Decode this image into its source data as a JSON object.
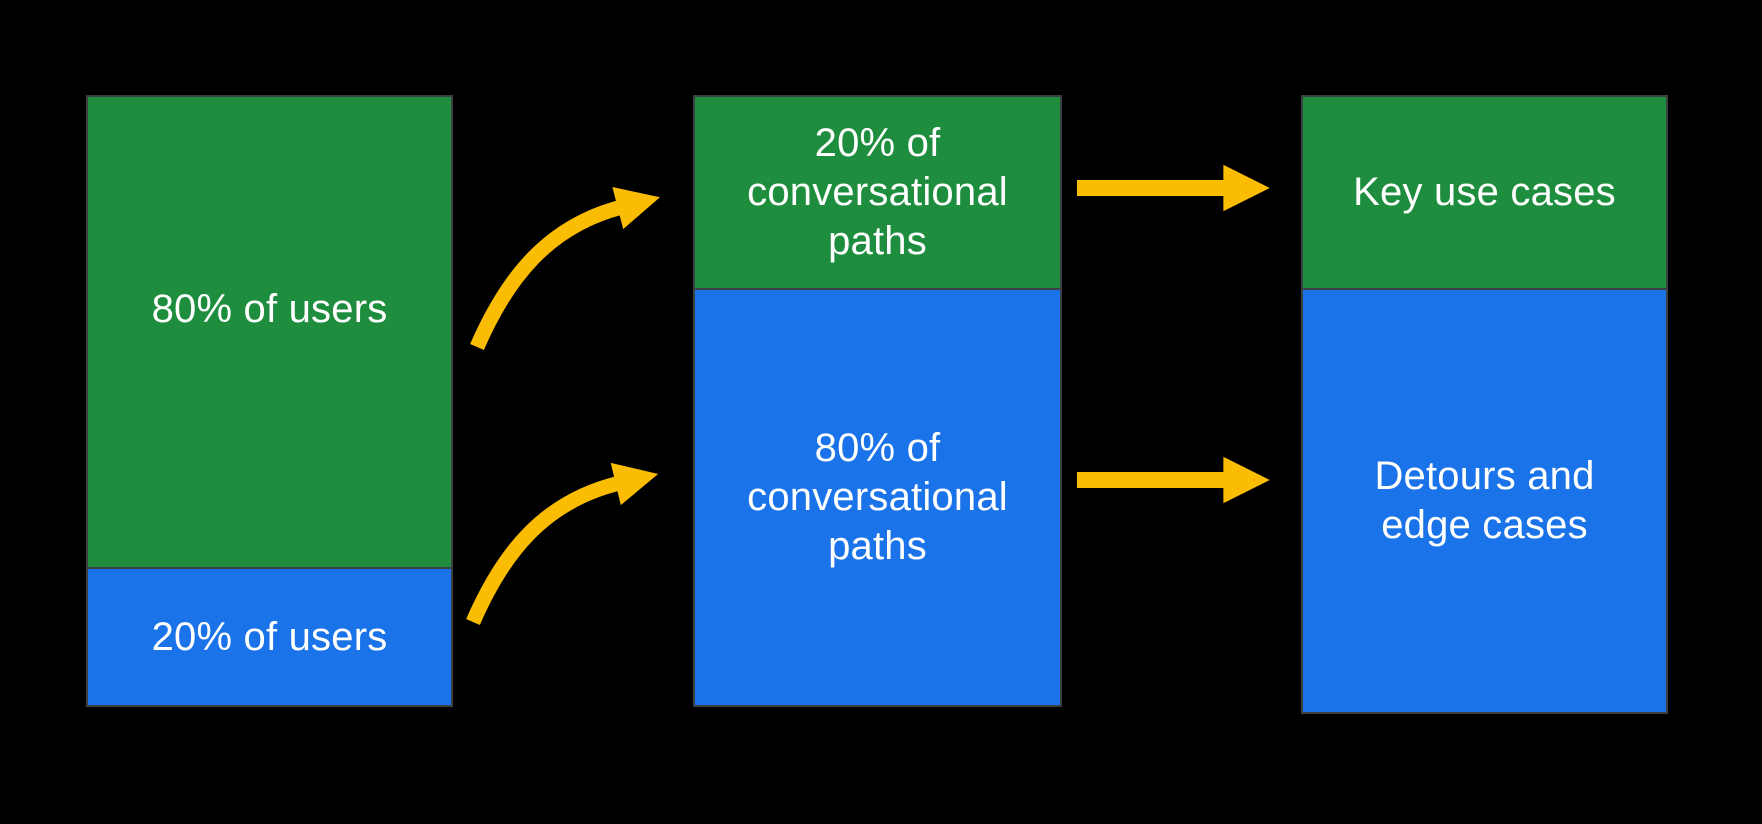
{
  "figure": {
    "title": "Users to conversational paths to outcomes diagram",
    "colors": {
      "green": "#1e8e3e",
      "blue": "#1a73e8",
      "arrow": "#fbbc04",
      "border": "#3c4043",
      "text": "#ffffff",
      "background": "#000000"
    },
    "bars": [
      {
        "name": "users",
        "segments": [
          {
            "color": "green",
            "value_pct": 80,
            "label": "80% of users"
          },
          {
            "color": "blue",
            "value_pct": 20,
            "label": "20% of users"
          }
        ]
      },
      {
        "name": "conversational-paths",
        "segments": [
          {
            "color": "green",
            "value_pct": 20,
            "label": "20% of\nconversational\npaths"
          },
          {
            "color": "blue",
            "value_pct": 80,
            "label": "80% of\nconversational\npaths"
          }
        ]
      },
      {
        "name": "outcomes",
        "segments": [
          {
            "color": "green",
            "label": "Key use cases"
          },
          {
            "color": "blue",
            "label": "Detours and\nedge cases"
          }
        ]
      }
    ],
    "arrows": [
      {
        "name": "curved-arrow-80pct-users-to-20pct-paths",
        "style": "curved"
      },
      {
        "name": "curved-arrow-20pct-users-to-80pct-paths",
        "style": "curved"
      },
      {
        "name": "straight-arrow-20pct-paths-to-key-use-cases",
        "style": "straight"
      },
      {
        "name": "straight-arrow-80pct-paths-to-detours-edge-cases",
        "style": "straight"
      }
    ]
  }
}
